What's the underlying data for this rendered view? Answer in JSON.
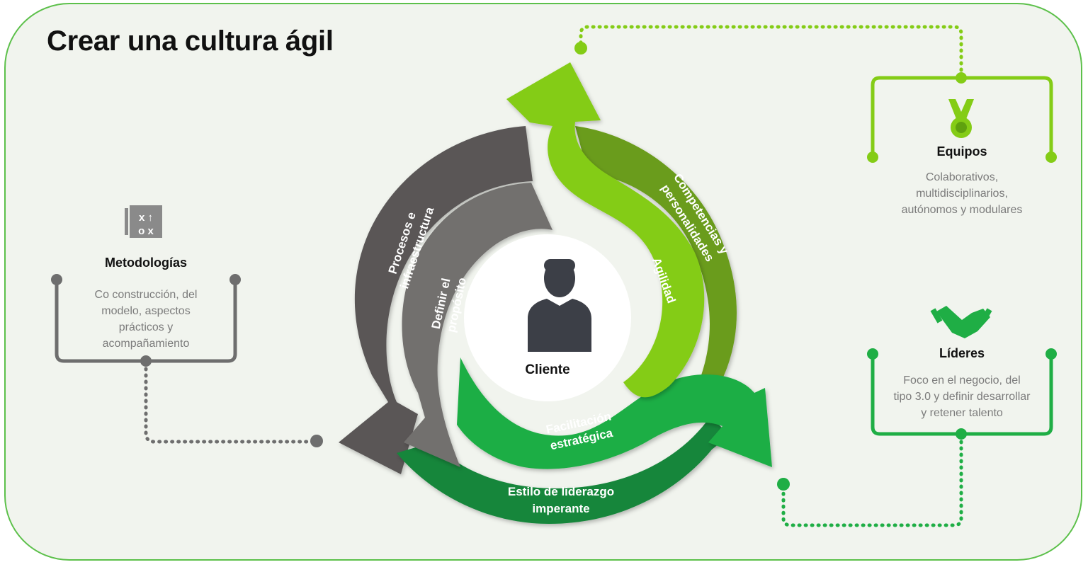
{
  "title": "Crear una cultura ágil",
  "center_label": "Cliente",
  "ring_labels": {
    "procesos": "Procesos e infraestructura",
    "definir": "Definir el propósito",
    "competencias": "Competencias y personalidades",
    "agilidad": "Agilidad",
    "facilitacion": "Facilitación estratégica",
    "estilo": "Estilo de liderazgo imperante"
  },
  "cards": {
    "metodologias": {
      "title": "Metodologías",
      "desc_lines": [
        "Co construcción, del",
        "modelo, aspectos",
        "prácticos y",
        "acompañamiento"
      ]
    },
    "equipos": {
      "title": "Equipos",
      "desc_lines": [
        "Colaborativos,",
        "multidisciplinarios,",
        "autónomos y modulares"
      ]
    },
    "lideres": {
      "title": "Líderes",
      "desc_lines": [
        "Foco en el negocio, del",
        "tipo 3.0 y definir desarrollar",
        "y retener talento"
      ]
    }
  },
  "icons": {
    "metodologias": "strategy-board-icon",
    "equipos": "medal-icon",
    "lideres": "handshake-icon",
    "cliente": "person-icon"
  },
  "colors": {
    "frame": "#5cc04a",
    "background": "#f1f4ee",
    "dark_gray": "#5a5757",
    "mid_gray": "#726f6e",
    "olive_green": "#6a9c1a",
    "lime_green": "#84cc16",
    "green": "#1fae45",
    "dark_green": "#13863a",
    "person": "#3c3f47"
  }
}
